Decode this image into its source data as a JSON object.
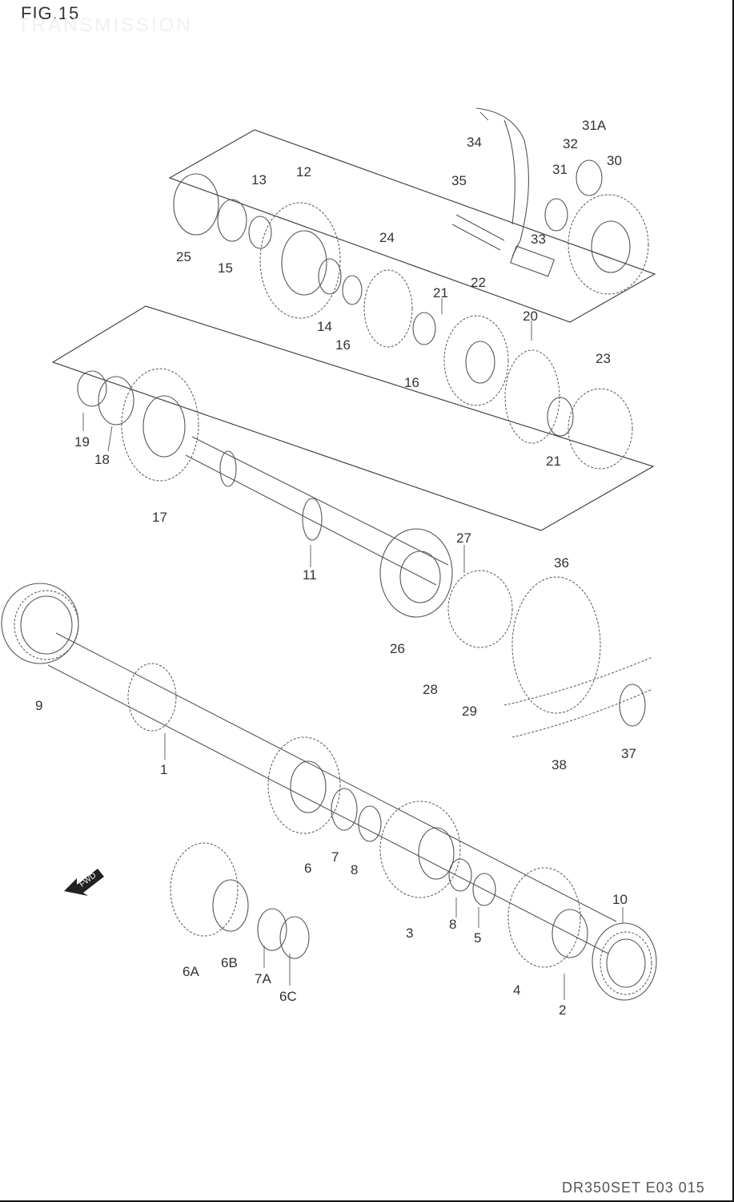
{
  "header": {
    "figure": "FIG.15",
    "subtitle": "TRANSMISSION"
  },
  "footer": {
    "code": "DR350SET E03 015"
  },
  "fwd_label": "FWD",
  "callouts": [
    "1",
    "2",
    "3",
    "4",
    "5",
    "6",
    "6A",
    "6B",
    "6C",
    "7",
    "7A",
    "8",
    "8",
    "9",
    "10",
    "11",
    "12",
    "13",
    "14",
    "15",
    "16",
    "16",
    "17",
    "18",
    "19",
    "20",
    "21",
    "21",
    "22",
    "23",
    "24",
    "25",
    "26",
    "27",
    "28",
    "29",
    "30",
    "31",
    "31A",
    "32",
    "33",
    "34",
    "35",
    "36",
    "37",
    "38"
  ]
}
